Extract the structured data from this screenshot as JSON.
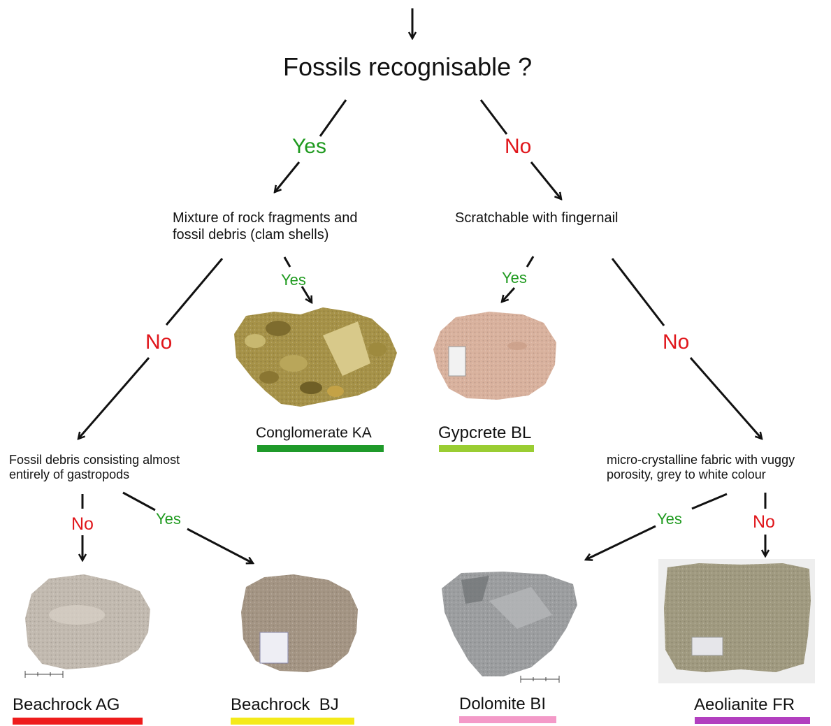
{
  "questions": {
    "root": "Fossils recognisable ?",
    "q_mixture_line1": "Mixture of rock fragments and",
    "q_mixture_line2": "fossil debris (clam shells)",
    "q_scratch": "Scratchable with fingernail",
    "q_gastro_line1": "Fossil debris consisting almost",
    "q_gastro_line2": "entirely of gastropods",
    "q_micro_line1": "micro-crystalline fabric with vuggy",
    "q_micro_line2": "porosity, grey to white colour"
  },
  "answers": {
    "root_yes": "Yes",
    "root_no": "No",
    "mixture_yes": "Yes",
    "mixture_no": "No",
    "scratch_yes": "Yes",
    "scratch_no": "No",
    "gastro_no": "No",
    "gastro_yes": "Yes",
    "micro_yes": "Yes",
    "micro_no": "No"
  },
  "results": {
    "conglomerate": {
      "name": "Conglomerate KA",
      "color": "#1f9a2a"
    },
    "gypcrete": {
      "name": "Gypcrete BL",
      "color": "#9acd32"
    },
    "beachrock_ag": {
      "name": "Beachrock AG",
      "color": "#ee1c1c"
    },
    "beachrock_bj": {
      "name": "Beachrock  BJ",
      "color": "#f4ea1a"
    },
    "dolomite": {
      "name": "Dolomite BI",
      "color": "#f49ac8"
    },
    "aeolianite": {
      "name": "Aeolianite FR",
      "color": "#b23fbf"
    }
  },
  "colors": {
    "yes": "#1f9a1f",
    "no": "#e0161b",
    "arrow": "#111111"
  }
}
